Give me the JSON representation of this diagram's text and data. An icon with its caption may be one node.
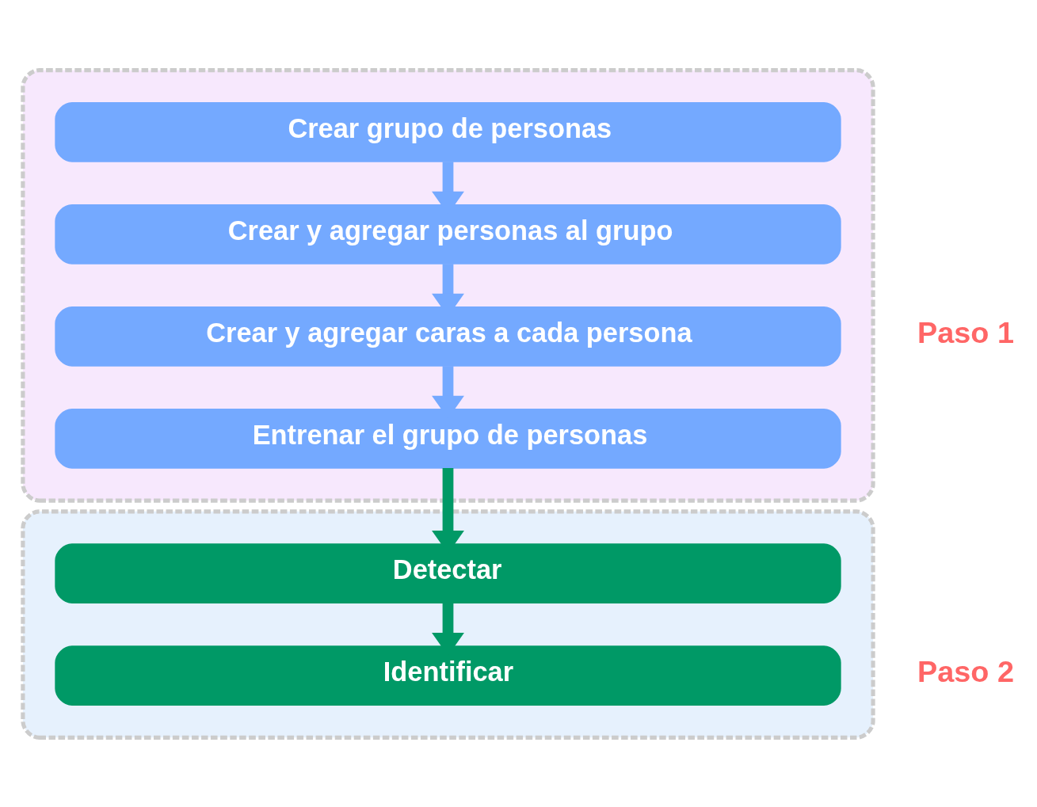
{
  "diagram": {
    "nodes": [
      {
        "text": [],
        "shape": "box"
      },
      {
        "text": [
          "Crear grupo de personas"
        ],
        "in": 0
      },
      {
        "text": [
          "Crear y agregar personas al grupo"
        ],
        "in": 0
      },
      {
        "text": [
          "Crear y agregar caras a cada persona"
        ],
        "in": 0
      },
      {
        "text": [
          "Entrenar el grupo de personas"
        ],
        "in": 0
      },
      {
        "text": [],
        "shape": "box"
      },
      {
        "text": [
          "Detectar"
        ],
        "in": 5
      },
      {
        "text": [
          "Identificar"
        ],
        "in": 5
      }
    ],
    "edges": [
      {
        "from": 1,
        "to": 2,
        "arrow": "to"
      },
      {
        "from": 2,
        "to": 3,
        "arrow": "to"
      },
      {
        "from": 3,
        "to": 4,
        "arrow": "to"
      },
      {
        "from": 4,
        "to": 6,
        "arrow": "to",
        "color": "#009966"
      },
      {
        "from": 6,
        "to": 7,
        "arrow": "to",
        "color": "#009966"
      }
    ],
    "labels": [
      "Paso 1",
      "Paso 2"
    ]
  }
}
